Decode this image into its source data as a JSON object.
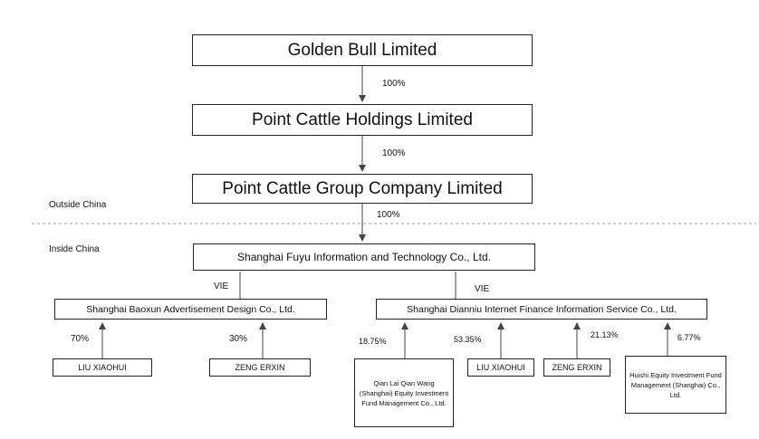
{
  "entities": {
    "golden_bull": "Golden Bull Limited",
    "point_cattle_holdings": "Point Cattle Holdings Limited",
    "point_cattle_group": "Point Cattle Group Company Limited",
    "shanghai_fuyu": "Shanghai Fuyu Information and Technology Co., Ltd.",
    "shanghai_baoxun": "Shanghai Baoxun Advertisement Design Co., Ltd.",
    "shanghai_dianniu": "Shanghai Dianniu Internet Finance Information Service Co., Ltd.",
    "liu_xiaohui_left": "LIU XIAOHUI",
    "zeng_erxin_left": "ZENG ERXIN",
    "qian_lai": "Qian Lai Qian Wang (Shanghai) Equity Investment Fund Management Co., Ltd.",
    "liu_xiaohui_right": "LIU XIAOHUI",
    "zeng_erxin_right": "ZENG ERXIN",
    "huishi": "Huishi Equity Investment Fund Management (Shanghai) Co., Ltd."
  },
  "ownership": {
    "golden_to_holdings": "100%",
    "holdings_to_group": "100%",
    "group_to_fuyu": "100%",
    "liu_to_baoxun": "70%",
    "zeng_to_baoxun": "30%",
    "qianlai_to_dianniu": "18.75%",
    "liu_to_dianniu": "53.35%",
    "zeng_to_dianniu": "21.13%",
    "huishi_to_dianniu": "6.77%"
  },
  "relationships": {
    "vie_left": "VIE",
    "vie_right": "VIE"
  },
  "regions": {
    "outside": "Outside China",
    "inside": "Inside China"
  }
}
